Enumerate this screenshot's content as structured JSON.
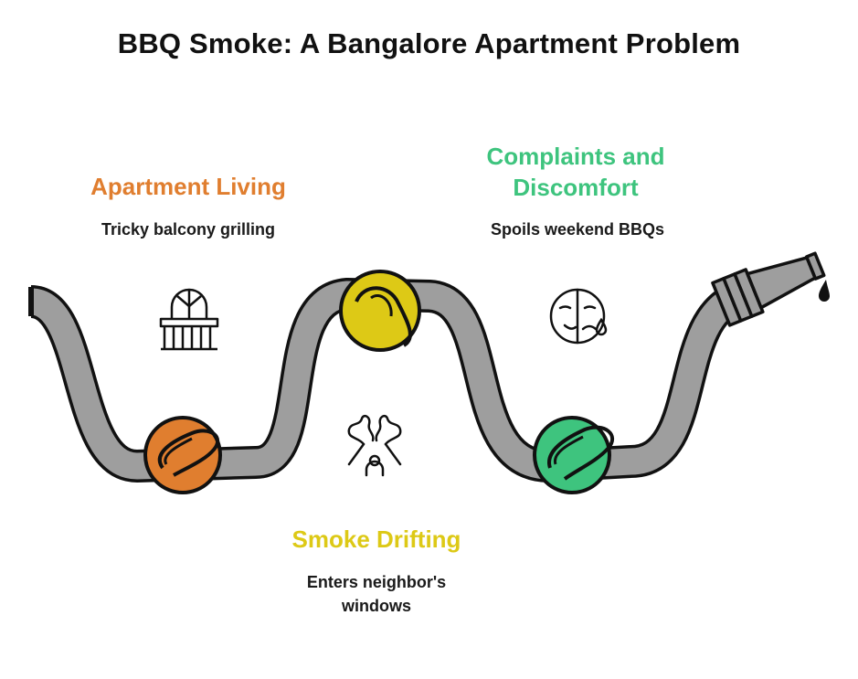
{
  "title": "BBQ Smoke: A Bangalore Apartment Problem",
  "colors": {
    "hose": "#9e9e9e",
    "outline": "#111111",
    "orange": "#e07e2f",
    "yellow": "#ddc916",
    "green": "#3ec47e"
  },
  "stages": [
    {
      "heading": "Apartment Living",
      "description": "Tricky balcony grilling",
      "icon": "balcony-icon",
      "color": "#e07e2f"
    },
    {
      "heading": "Complaints and Discomfort",
      "description": "Spoils weekend BBQs",
      "icon": "sad-face-icon",
      "color": "#3ec47e"
    },
    {
      "heading": "Smoke Drifting",
      "description": "Enters neighbor's windows",
      "icon": "smoke-person-icon",
      "color": "#ddc916"
    }
  ]
}
